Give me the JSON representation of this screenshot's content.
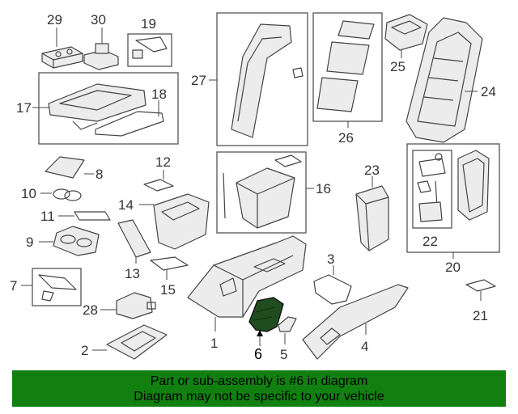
{
  "diagram": {
    "callouts": {
      "n1": "1",
      "n2": "2",
      "n3": "3",
      "n4": "4",
      "n5": "5",
      "n6": "6",
      "n7": "7",
      "n8": "8",
      "n9": "9",
      "n10": "10",
      "n11": "11",
      "n12": "12",
      "n13": "13",
      "n14": "14",
      "n15": "15",
      "n16": "16",
      "n17": "17",
      "n18": "18",
      "n19": "19",
      "n20": "20",
      "n21": "21",
      "n22": "22",
      "n23": "23",
      "n24": "24",
      "n25": "25",
      "n26": "26",
      "n27": "27",
      "n28": "28",
      "n29": "29",
      "n30": "30"
    },
    "highlight_color": "#1f4d1f"
  },
  "footer": {
    "line1": "Part or sub-assembly is #6 in diagram",
    "line2": "Diagram may not be specific to your vehicle",
    "background": "#118011"
  }
}
